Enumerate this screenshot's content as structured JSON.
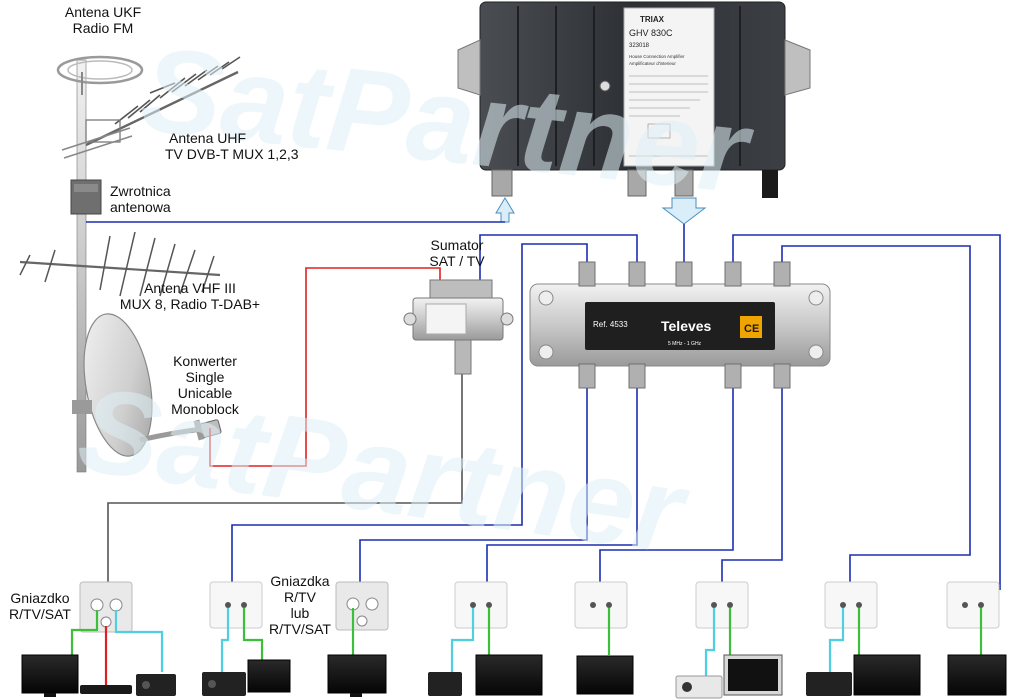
{
  "watermark": "SatPartner",
  "labels": {
    "fm_antenna": [
      "Antena UKF",
      "Radio FM"
    ],
    "uhf_antenna": [
      "Antena UHF",
      "TV DVB-T MUX 1,2,3"
    ],
    "combiner": [
      "Zwrotnica",
      "antenowa"
    ],
    "vhf_antenna": [
      "Antena VHF III",
      "MUX 8, Radio T-DAB+"
    ],
    "lnb": [
      "Konwerter",
      "Single",
      "Unicable",
      "Monoblock"
    ],
    "sat_tv_summer": [
      "Sumator",
      "SAT / TV"
    ],
    "socket_left": [
      "Gniazdko",
      "R/TV/SAT"
    ],
    "socket_mid": [
      "Gniazdka",
      "R/TV",
      "lub",
      "R/TV/SAT"
    ]
  },
  "amplifier": {
    "brand": "TRIAX",
    "model": "GHV 830C",
    "code": "323018",
    "desc1": "House Connection Amplifier",
    "desc2": "Amplificateur d'interieur"
  },
  "splitter": {
    "brand": "Televes",
    "ref": "Ref. 4533",
    "range": "5 MHz - 1 GHz",
    "mark": "CE"
  },
  "colors": {
    "coax_blue": "#1a2fb0",
    "coax_red": "#e02020",
    "coax_gray": "#555555",
    "cable_cyan": "#4fd0e0",
    "cable_green": "#3cc03c",
    "watermark": "#cfe8f2"
  }
}
